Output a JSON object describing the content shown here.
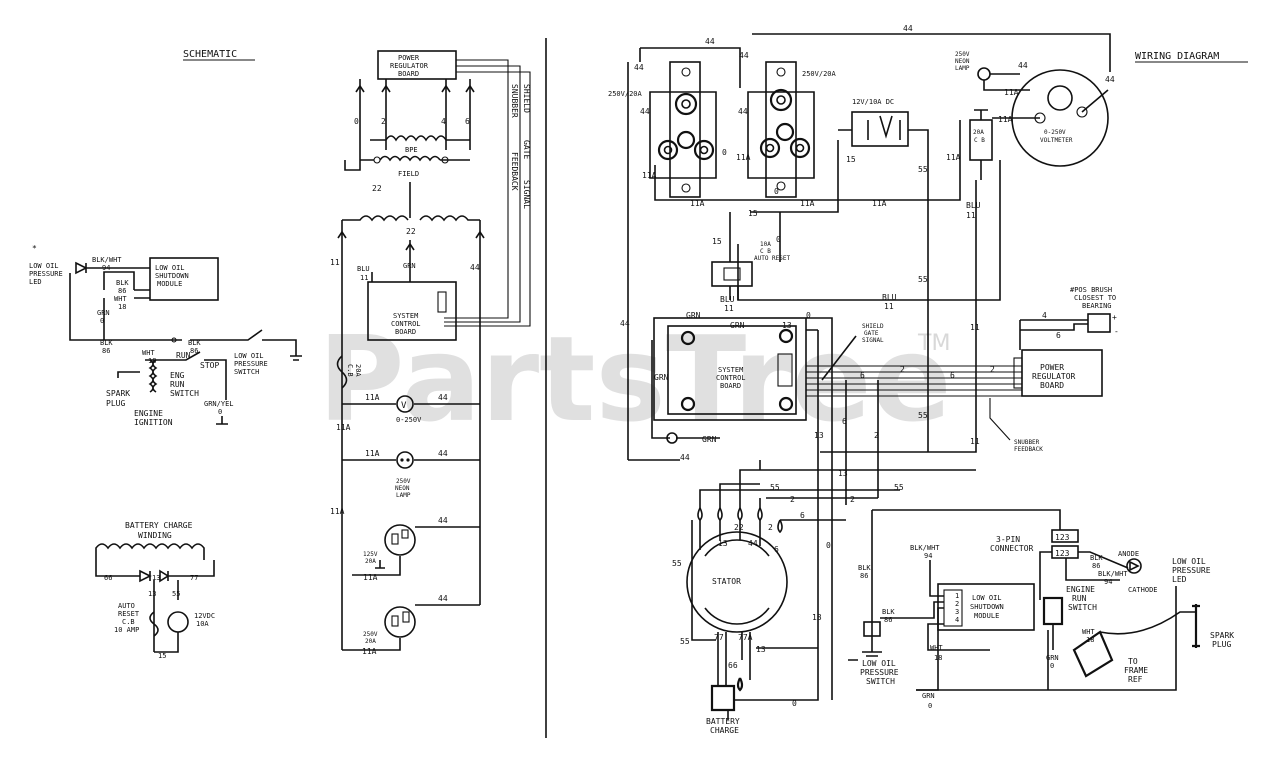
{
  "watermark": {
    "brand": "PartsTree",
    "tm": "TM"
  },
  "schematic": {
    "title": "SCHEMATIC",
    "regulator": [
      "POWER",
      "REGULATOR",
      "BOARD"
    ],
    "bpe": "BPE",
    "field": "FIELD",
    "snubber": "SNUBBER",
    "feedback": "FEEDBACK",
    "shield": "SHIELD",
    "gate": "GATE",
    "signal": "SIGNAL",
    "blu": "BLU",
    "grn": "GRN",
    "scb": [
      "SYSTEM",
      "CONTROL",
      "BOARD"
    ],
    "w22": "22",
    "w11": "11",
    "w44": "44",
    "w11a": "11A",
    "w2": "2",
    "w4": "4",
    "w6": "6",
    "w0": "0",
    "volt": "V",
    "v0_250": "0-250V",
    "neon": [
      "250V",
      "NEON",
      "LAMP"
    ],
    "r125": [
      "125V",
      "20A"
    ],
    "r250": [
      "250V",
      "20A"
    ],
    "cb": [
      "C.B",
      "20A"
    ],
    "led_mark": "*",
    "led": [
      "LOW OIL",
      "PRESSURE",
      "LED"
    ],
    "blkwht": "BLK/WHT",
    "n94": "94",
    "shutdown": [
      "LOW OIL",
      "SHUTDOWN",
      "MODULE"
    ],
    "blk": "BLK",
    "n86": "86",
    "wht": "WHT",
    "n18": "18",
    "run": "RUN",
    "stop": "STOP",
    "eng_switch": [
      "ENG",
      "RUN",
      "SWITCH"
    ],
    "lop_switch": [
      "LOW OIL",
      "PRESSURE",
      "SWITCH"
    ],
    "spark": [
      "SPARK",
      "PLUG"
    ],
    "ignition": [
      "ENGINE",
      "IGNITION"
    ],
    "grnyel": "GRN/YEL",
    "batt_title": [
      "BATTERY CHARGE",
      "WINDING"
    ],
    "n66": "66",
    "n77": "77",
    "n13": "13",
    "n15": "15",
    "n55": "55",
    "auto": [
      "AUTO",
      "RESET",
      "C.B",
      "10 AMP"
    ],
    "dc12": [
      "12VDC",
      "10A"
    ]
  },
  "wiring": {
    "title": "WIRING DIAGRAM",
    "r250": "250V/20A",
    "r250b": "250V/20A",
    "dc12": "12V/10A DC",
    "neon": [
      "250V",
      "NEON",
      "LAMP"
    ],
    "voltmeter": [
      "0-250V",
      "VOLTMETER"
    ],
    "cb20": [
      "20A",
      "C B"
    ],
    "cb10": [
      "10A",
      "C B",
      "AUTO RESET"
    ],
    "brush": [
      "#POS BRUSH",
      "CLOSEST TO",
      "BEARING"
    ],
    "scb": [
      "SYSTEM",
      "CONTROL",
      "BOARD"
    ],
    "shield": [
      "SHIELD",
      "GATE",
      "SIGNAL"
    ],
    "regulator": [
      "POWER",
      "REGULATOR",
      "BOARD"
    ],
    "snubber": [
      "SNUBBER",
      "FEEDBACK"
    ],
    "stator": "STATOR",
    "battery": [
      "BATTERY",
      "CHARGE"
    ],
    "connector": [
      "3-PIN",
      "CONNECTOR"
    ],
    "pins": [
      "123",
      "123"
    ],
    "shutdown": [
      "LOW OIL",
      "SHUTDOWN",
      "MODULE"
    ],
    "module_pins": [
      "1",
      "2",
      "3",
      "4"
    ],
    "lop_switch": [
      "LOW OIL",
      "PRESSURE",
      "SWITCH"
    ],
    "eng_switch": [
      "ENGINE",
      "RUN",
      "SWITCH"
    ],
    "led": [
      "LOW OIL",
      "PRESSURE",
      "LED"
    ],
    "anode": "ANODE",
    "cathode": "CATHODE",
    "spark": [
      "SPARK",
      "PLUG"
    ],
    "frame": [
      "TO",
      "FRAME",
      "REF"
    ],
    "blkwht": "BLK/WHT",
    "blk": "BLK",
    "grn": "GRN",
    "wht": "WHT",
    "blu": "BLU",
    "n94": "94",
    "n86": "86",
    "n18": "18",
    "n0": "0",
    "w44": "44",
    "w11": "11",
    "w11a": "11A",
    "w15": "15",
    "w55": "55",
    "w13": "13",
    "w22": "22",
    "w2": "2",
    "w6": "6",
    "w0": "0",
    "w4": "4",
    "w66": "66",
    "w77": "77",
    "w77a": "77A",
    "polarity": [
      "+",
      "-"
    ]
  }
}
